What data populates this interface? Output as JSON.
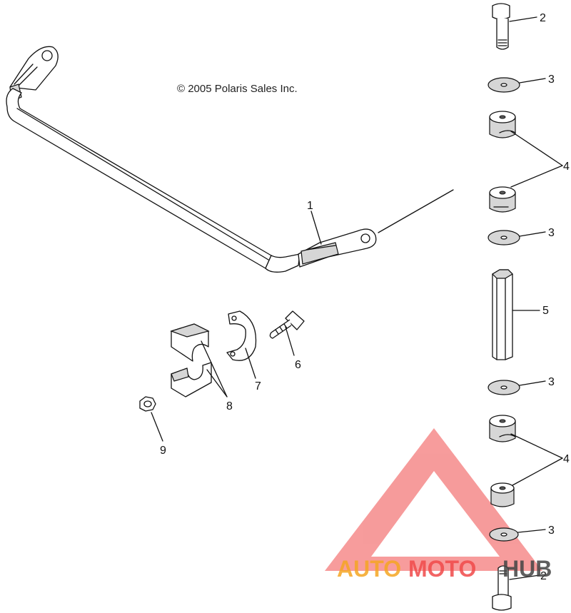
{
  "copyright": "© 2005 Polaris Sales Inc.",
  "callouts": {
    "c1": "1",
    "c2a": "2",
    "c3a": "3",
    "c4a": "4",
    "c3b": "3",
    "c5": "5",
    "c6": "6",
    "c7": "7",
    "c8": "8",
    "c9": "9",
    "c3c": "3",
    "c4b": "4",
    "c3d": "3",
    "c2b": "2"
  },
  "watermark": {
    "part1": "AUTO",
    "part2": "MOTO",
    "part3": "HUB",
    "color_triangle": "#f04a4a",
    "color_orange": "#f5a623",
    "color_red": "#f04a4a",
    "color_gray": "#444444"
  }
}
